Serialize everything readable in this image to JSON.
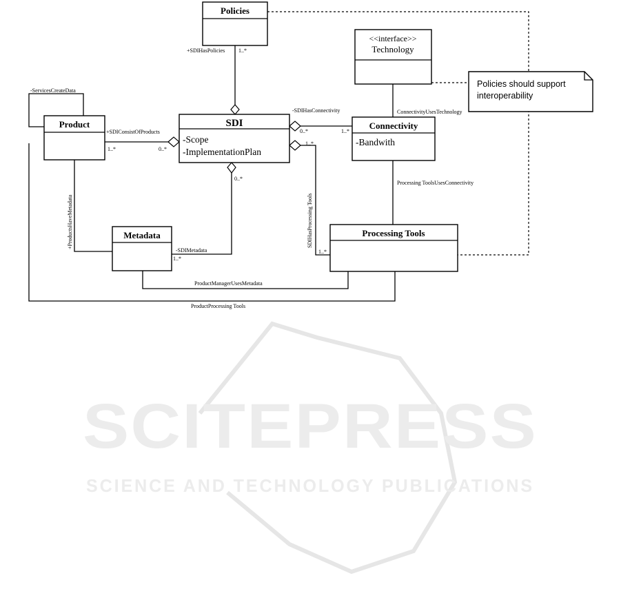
{
  "classes": {
    "policies": {
      "name": "Policies"
    },
    "technology": {
      "stereotype": "<<interface>>",
      "name": "Technology"
    },
    "product": {
      "name": "Product"
    },
    "sdi": {
      "name": "SDI",
      "attrs": [
        "-Scope",
        "-ImplementationPlan"
      ]
    },
    "connectivity": {
      "name": "Connectivity",
      "attrs": [
        "-Bandwith"
      ]
    },
    "metadata": {
      "name": "Metadata"
    },
    "processing_tools": {
      "name": "Processing Tools"
    }
  },
  "note": {
    "lines": [
      "Policies should support",
      "interoperability"
    ]
  },
  "associations": {
    "sdi_has_policies": "+SDIHasPolicies",
    "services_create_data": "-ServicesCreateData",
    "sdi_consist_of_products": "+SDIConsistOfProducts",
    "sdi_has_connectivity": "-SDIHasConnectivity",
    "connectivity_uses_technology": "ConnectivityUsesTechnology",
    "processing_tools_uses_connectivity": "Processing ToolsUsesConnectivity",
    "sdi_has_processing_tools": "SDIHasProcessing Tools",
    "products_have_metadata": "+ProductsHaveMetadata",
    "sdi_metadata": "-SDIMetadata",
    "product_manager_uses_metadata": "ProductManagerUsesMetadata",
    "product_processing_tools": "ProductProcessing Tools"
  },
  "multiplicities": {
    "policies_end": "1..*",
    "product_end": "1..*",
    "sdi_product_end": "0..*",
    "sdi_connectivity_end": "0..*",
    "connectivity_end": "1..*",
    "sdi_processing_end": "1..*",
    "processing_end": "1..*",
    "sdi_metadata_end": "0..*",
    "metadata_end": "1..*"
  },
  "watermark": {
    "name": "SCITEPRESS",
    "tagline": "SCIENCE AND TECHNOLOGY PUBLICATIONS"
  }
}
